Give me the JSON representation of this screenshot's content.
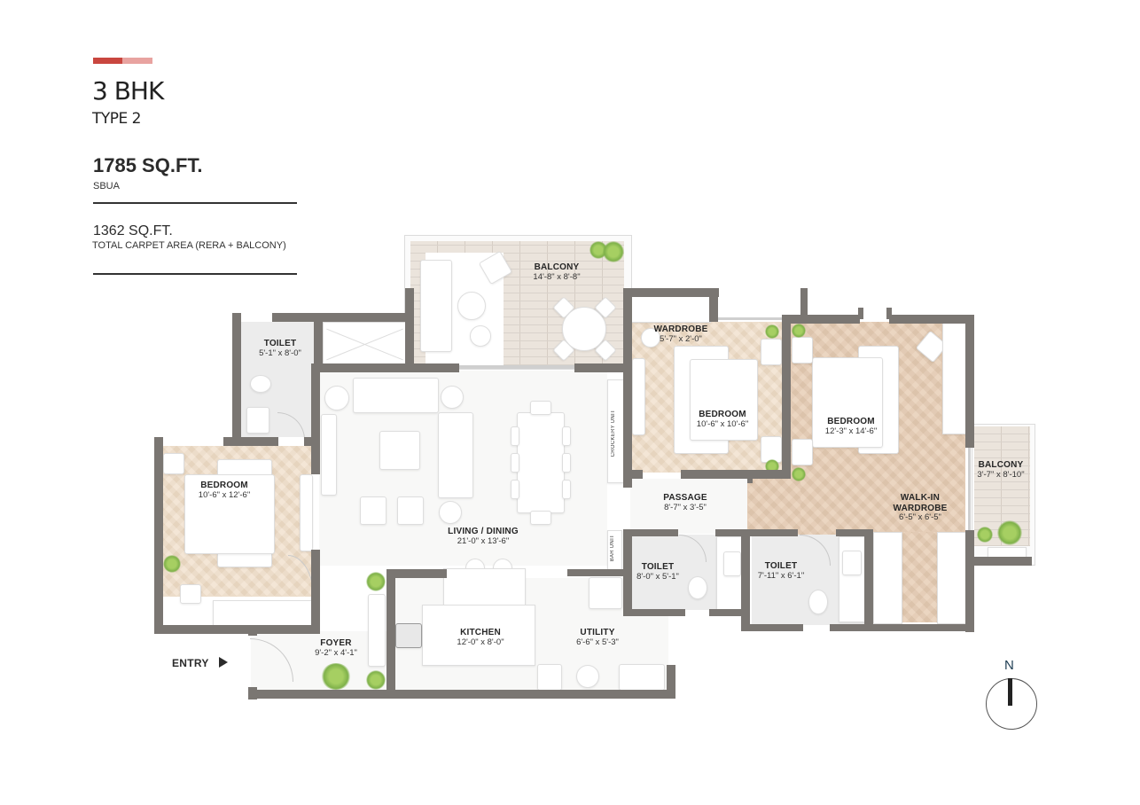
{
  "header": {
    "accent_colors": [
      "#c9463f",
      "#e8a3a0"
    ],
    "unit_type": "3 BHK",
    "unit_variant": "TYPE 2",
    "sbua_value": "1785 SQ.FT.",
    "sbua_label": "SBUA",
    "carpet_value": "1362 SQ.FT.",
    "carpet_label": "TOTAL CARPET AREA (RERA + BALCONY)"
  },
  "rooms": {
    "balcony_main": {
      "name": "BALCONY",
      "dims": "14'-8\" x 8'-8\""
    },
    "toilet_1": {
      "name": "TOILET",
      "dims": "5'-1\" x 8'-0\""
    },
    "bedroom_1": {
      "name": "BEDROOM",
      "dims": "10'-6\" x 12'-6\""
    },
    "living_dining": {
      "name": "LIVING / DINING",
      "dims": "21'-0\" x 13'-6\""
    },
    "wardrobe": {
      "name": "WARDROBE",
      "dims": "5'-7\" x 2'-0\""
    },
    "bedroom_2": {
      "name": "BEDROOM",
      "dims": "10'-6\" x 10'-6\""
    },
    "bedroom_3": {
      "name": "BEDROOM",
      "dims": "12'-3\" x 14'-6\""
    },
    "balcony_side": {
      "name": "BALCONY",
      "dims": "3'-7\" x 8'-10\""
    },
    "passage": {
      "name": "PASSAGE",
      "dims": "8'-7\" x 3'-5\""
    },
    "walk_in_wardrobe": {
      "name": "WALK-IN\nWARDROBE",
      "name_line1": "WALK-IN",
      "name_line2": "WARDROBE",
      "dims": "6'-5\" x 6'-5\""
    },
    "toilet_2": {
      "name": "TOILET",
      "dims": "8'-0\" x 5'-1\""
    },
    "toilet_3": {
      "name": "TOILET",
      "dims": "7'-11\" x 6'-1\""
    },
    "kitchen": {
      "name": "KITCHEN",
      "dims": "12'-0\" x 8'-0\""
    },
    "utility": {
      "name": "UTILITY",
      "dims": "6'-6\" x 5'-3\""
    },
    "foyer": {
      "name": "FOYER",
      "dims": "9'-2\" x 4'-1\""
    }
  },
  "fixtures": {
    "crockery_unit": "CROCKERY UNIT",
    "bar_unit": "BAR UNIT"
  },
  "entry": {
    "label": "ENTRY",
    "icon": "triangle-right-arrow"
  },
  "compass": {
    "label": "N",
    "icon": "north-arrow"
  },
  "colors": {
    "wall": "#7a7672",
    "wood_floor": "#e7cdb4",
    "wet_floor": "#ececec",
    "deck": "#ebe4dc",
    "plant": "#7fb14a"
  }
}
